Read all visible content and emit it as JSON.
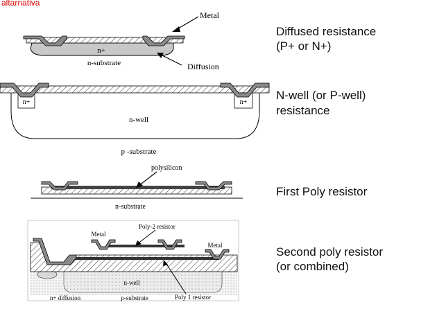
{
  "colors": {
    "topcut": "#e00000",
    "metal": "#8a8a8a",
    "diffusion": "#c8c8c8",
    "poly": "#444444"
  },
  "top_fragment": "altarnativa",
  "panels": {
    "diffused": {
      "metal_label": "Metal",
      "region_label": "n+",
      "substrate_label": "n-substrate",
      "diffusion_label": "Diffusion",
      "caption_line1": "Diffused resistance",
      "caption_line2": "(P+ or N+)"
    },
    "nwell": {
      "left_contact_label": "n+",
      "right_contact_label": "n+",
      "well_label": "n-well",
      "substrate_label": "p -substrate",
      "caption_line1": "N-well (or P-well)",
      "caption_line2": "resistance"
    },
    "poly1": {
      "poly_label": "polysilicon",
      "substrate_label": "n-substrate",
      "caption_line1": "First Poly resistor"
    },
    "poly2": {
      "metal_left_label": "Metal",
      "metal_right_label": "Metal",
      "poly2_label": "Poly-2 resistor",
      "well_label": "n-well",
      "diffusion_label": "n+ diffusion",
      "substrate_label": "p-substrate",
      "poly1_label": "Poly 1 resistor",
      "caption_line1": "Second poly resistor",
      "caption_line2": "(or combined)"
    }
  }
}
